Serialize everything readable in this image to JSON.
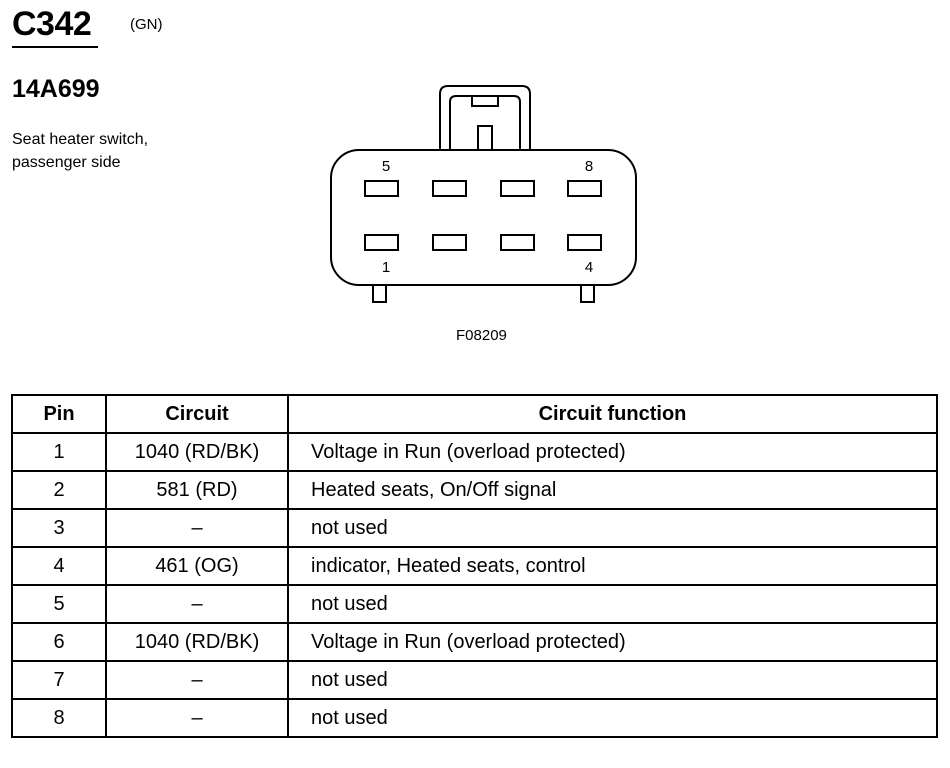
{
  "header": {
    "connector_id": "C342",
    "connector_color": "(GN)",
    "part_number": "14A699",
    "description_line1": "Seat heater switch,",
    "description_line2": "passenger side"
  },
  "figure": {
    "code": "F08209",
    "pin_labels": {
      "top_left": "5",
      "top_right": "8",
      "bottom_left": "1",
      "bottom_right": "4"
    }
  },
  "table": {
    "headers": {
      "pin": "Pin",
      "circuit": "Circuit",
      "function": "Circuit function"
    },
    "rows": [
      {
        "pin": "1",
        "circuit": "1040 (RD/BK)",
        "function": "Voltage in Run (overload protected)"
      },
      {
        "pin": "2",
        "circuit": "581 (RD)",
        "function": "Heated seats, On/Off signal"
      },
      {
        "pin": "3",
        "circuit": "–",
        "function": "not used"
      },
      {
        "pin": "4",
        "circuit": "461 (OG)",
        "function": "indicator, Heated seats, control"
      },
      {
        "pin": "5",
        "circuit": "–",
        "function": "not used"
      },
      {
        "pin": "6",
        "circuit": "1040 (RD/BK)",
        "function": "Voltage in Run (overload protected)"
      },
      {
        "pin": "7",
        "circuit": "–",
        "function": "not used"
      },
      {
        "pin": "8",
        "circuit": "–",
        "function": "not used"
      }
    ]
  }
}
